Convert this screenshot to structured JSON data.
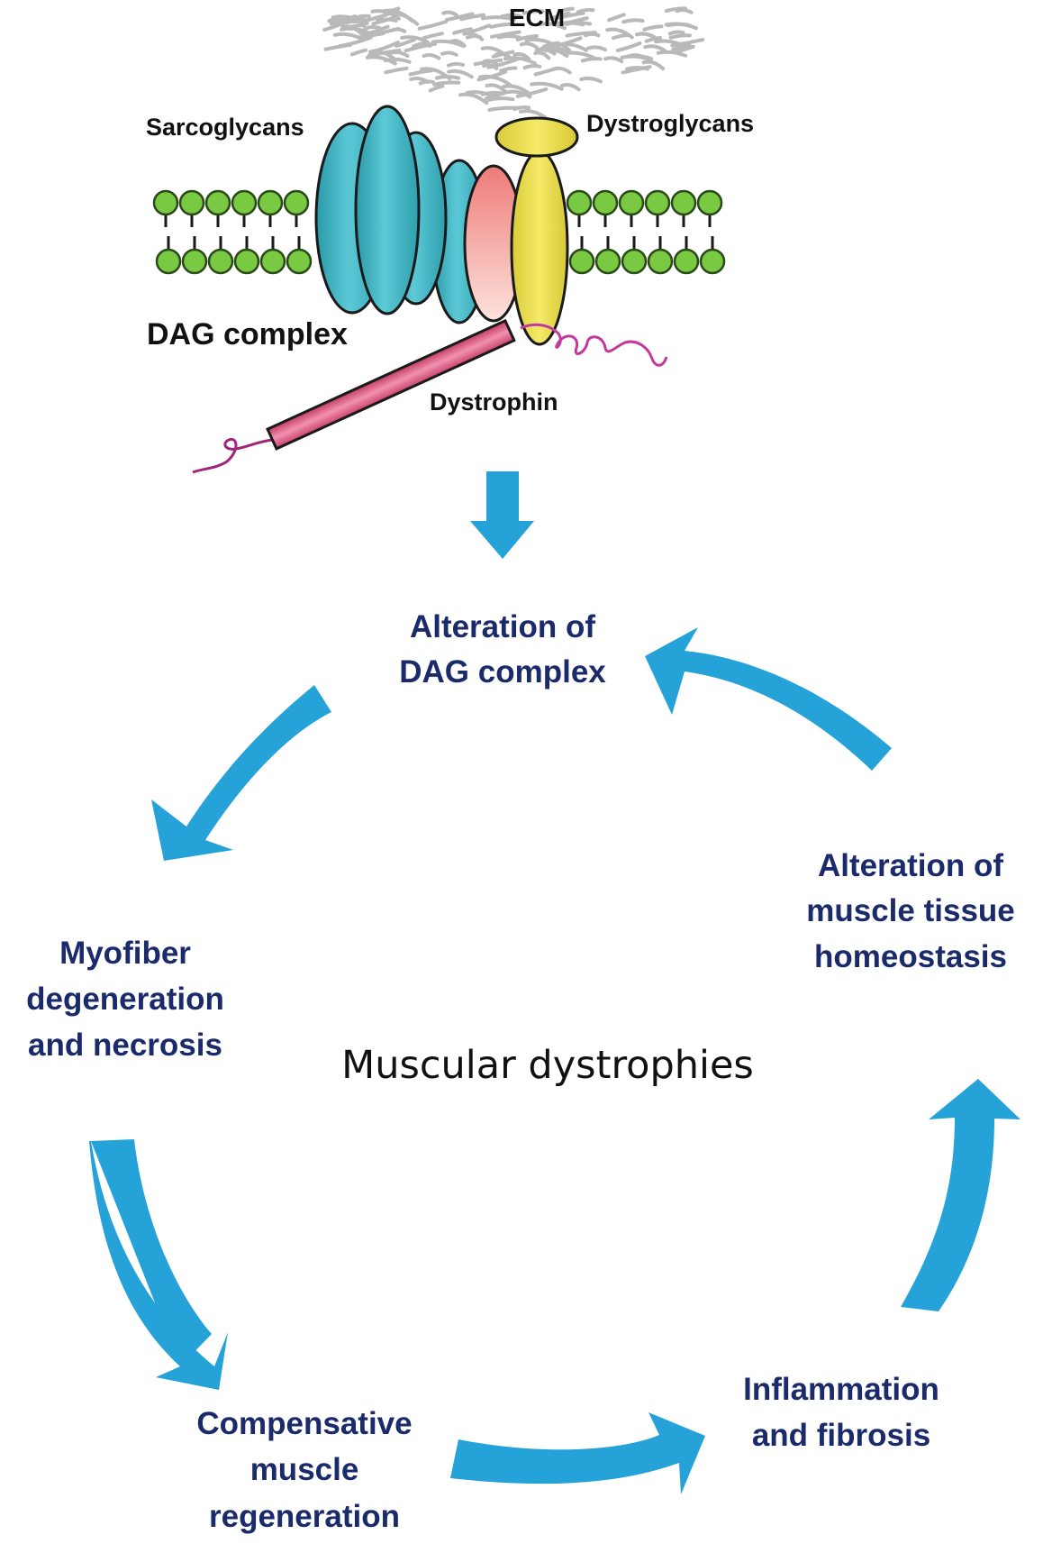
{
  "colors": {
    "arrow": "#25a2d8",
    "cycle_text": "#1b2a6b",
    "label_text": "#111111",
    "sarcoglycan": "#4dbfcc",
    "lipid_head": "#7ac943",
    "sarcospan": "#f08a86",
    "dystroglycan": "#f2e55c",
    "dystrophin": "#e0557a",
    "dystrophin_tail": "#a0257a",
    "ecm_fiber": "#b9b9b9"
  },
  "membrane": {
    "labels": {
      "ecm": "ECM",
      "sarcoglycans": "Sarcoglycans",
      "dystroglycans": "Dystroglycans",
      "dag_complex": "DAG complex",
      "dystrophin": "Dystrophin"
    }
  },
  "cycle": {
    "center_title": "Muscular dystrophies",
    "stages": [
      {
        "id": "alteration-dag",
        "lines": [
          "Alteration of",
          "DAG complex"
        ]
      },
      {
        "id": "myofiber-degeneration",
        "lines": [
          "Myofiber",
          "degeneration",
          "and necrosis"
        ]
      },
      {
        "id": "compensative-regeneration",
        "lines": [
          "Compensative",
          "muscle",
          "regeneration"
        ]
      },
      {
        "id": "inflammation-fibrosis",
        "lines": [
          "Inflammation",
          "and fibrosis"
        ]
      },
      {
        "id": "alteration-homeostasis",
        "lines": [
          "Alteration of",
          "muscle tissue",
          "homeostasis"
        ]
      }
    ]
  }
}
